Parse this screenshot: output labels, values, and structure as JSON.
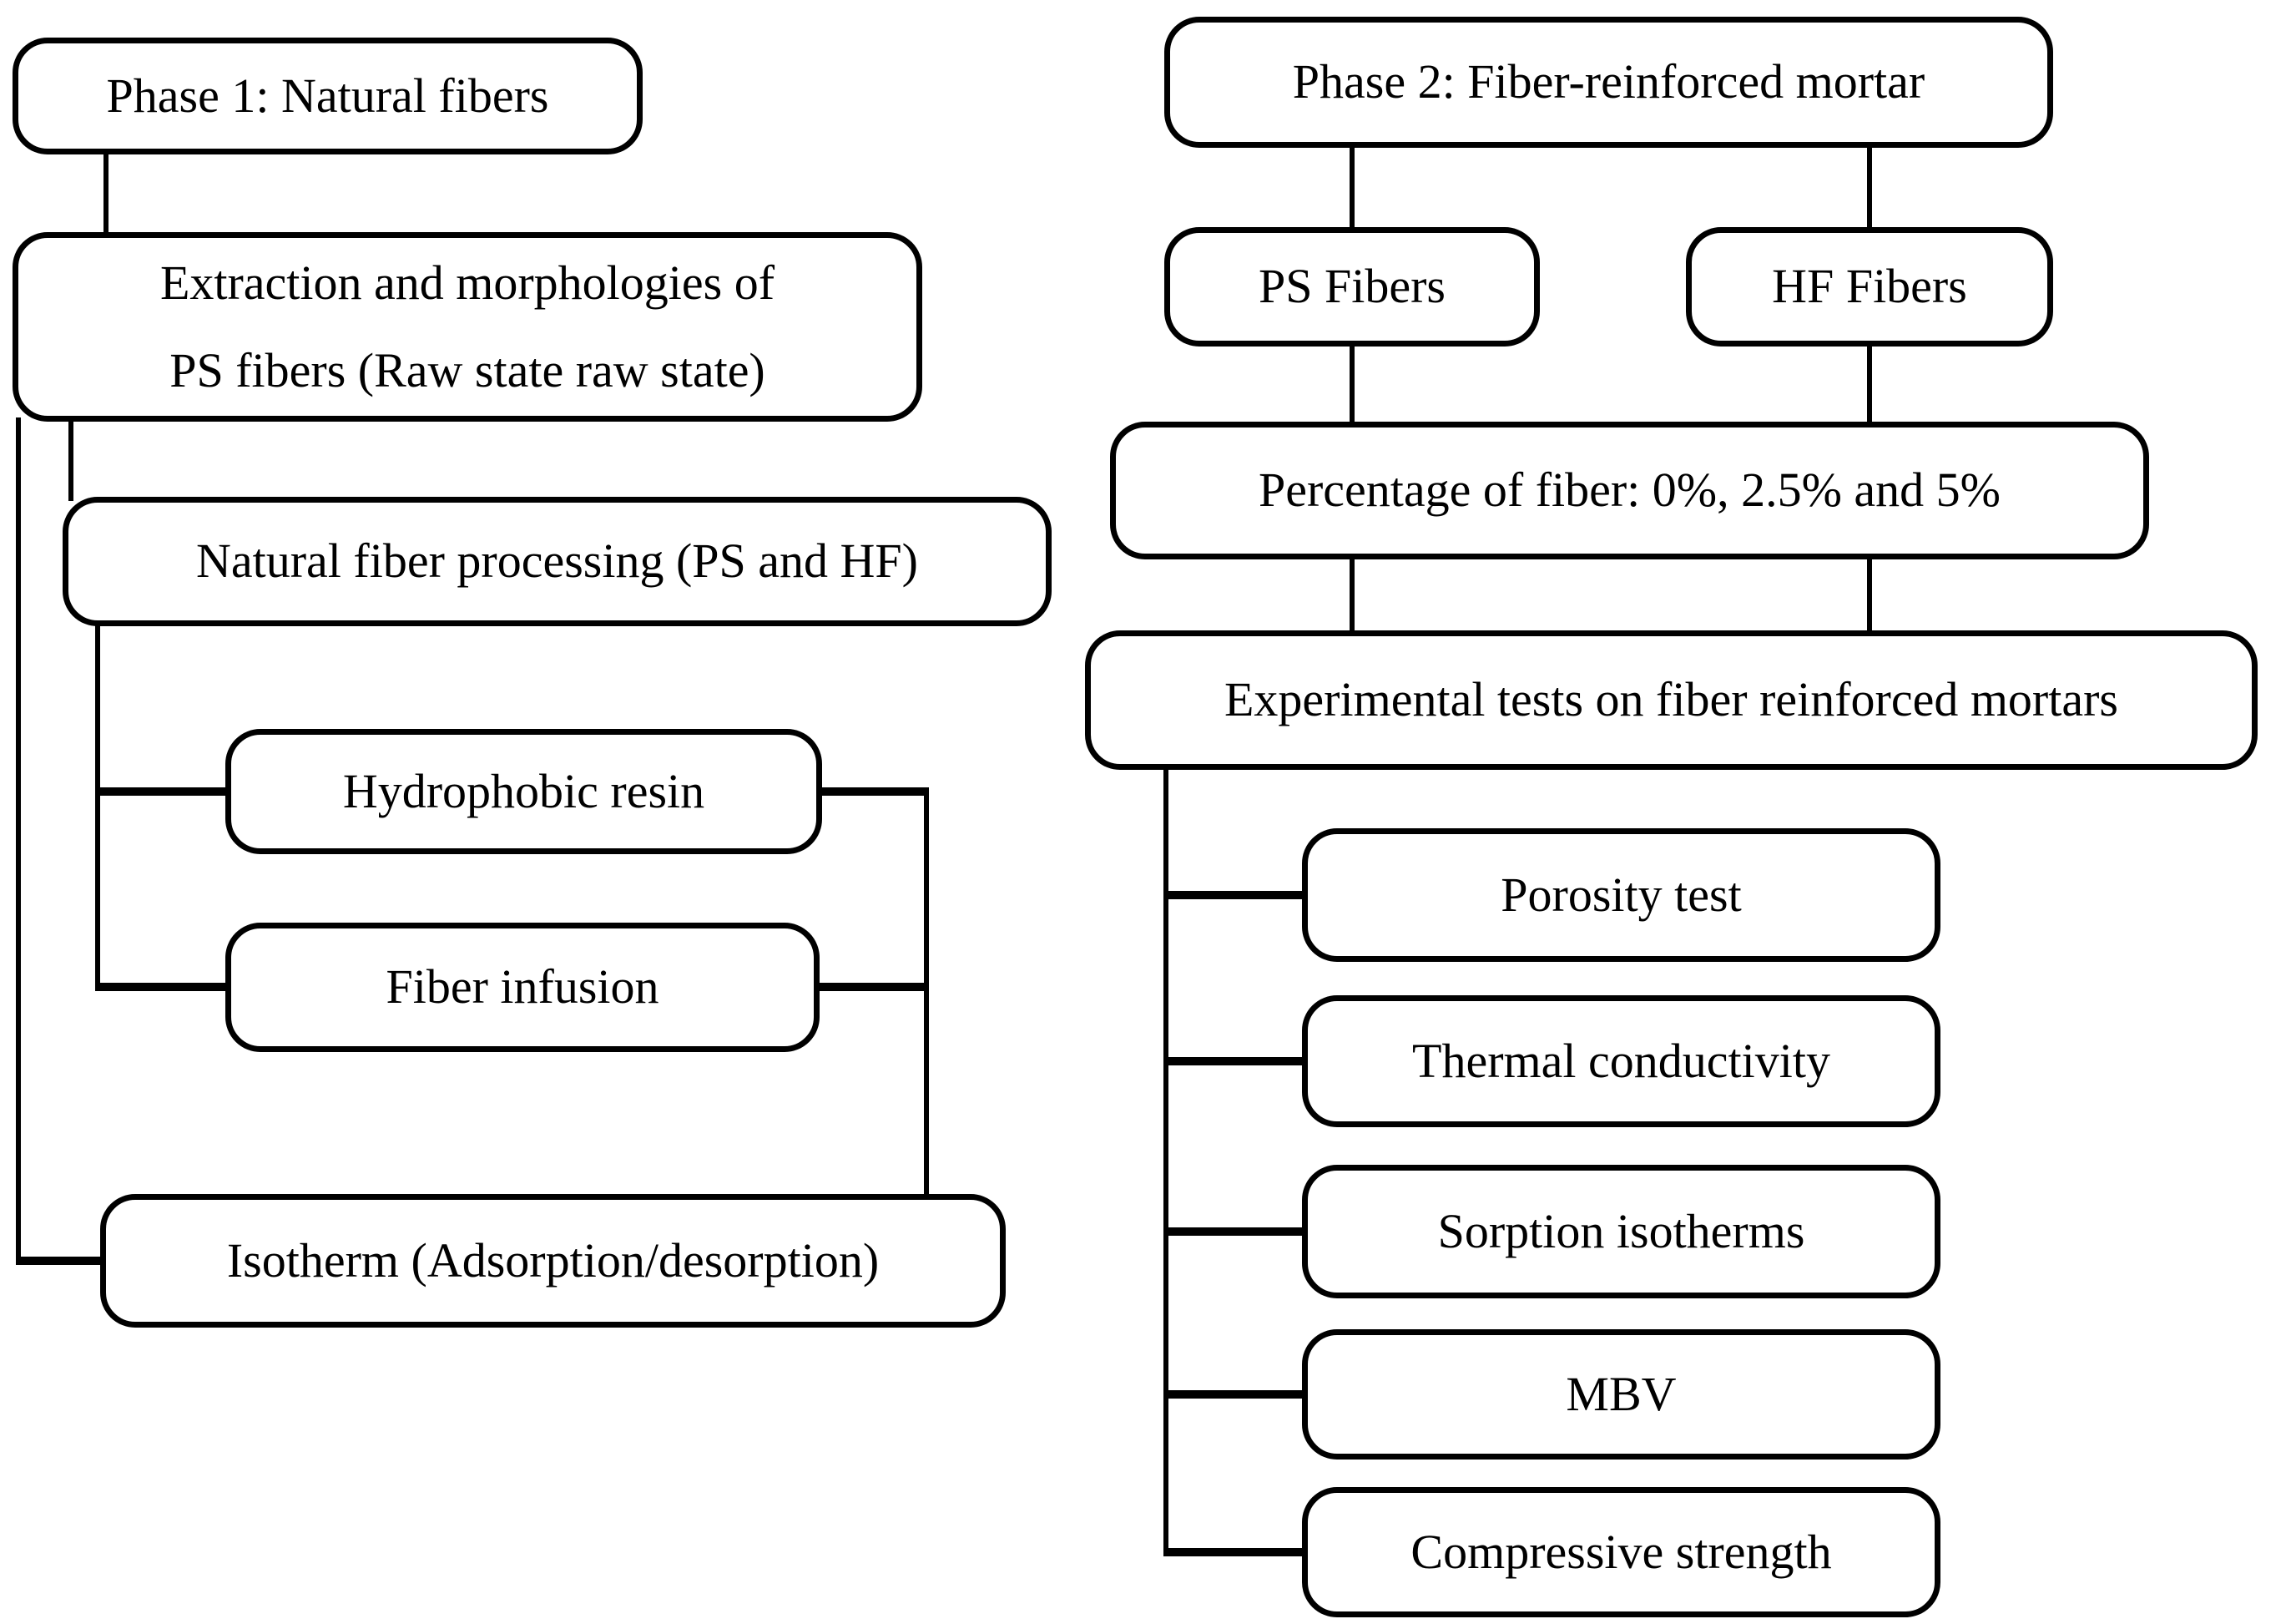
{
  "diagram": {
    "type": "flowchart",
    "phase1": {
      "title": "Phase 1: Natural fibers",
      "extraction_lines": [
        "Extraction and morphologies of",
        "PS fibers (Raw state raw state)"
      ],
      "processing": "Natural fiber processing (PS and HF)",
      "hydrophobic_resin": "Hydrophobic resin",
      "fiber_infusion": "Fiber infusion",
      "isotherm": "Isotherm (Adsorption/desorption)"
    },
    "phase2": {
      "title": "Phase 2: Fiber-reinforced mortar",
      "ps_fibers": "PS Fibers",
      "hf_fibers": "HF Fibers",
      "percentage": "Percentage of fiber: 0%, 2.5% and 5%",
      "experimental": "Experimental tests on fiber reinforced mortars",
      "tests": [
        "Porosity test",
        "Thermal conductivity",
        "Sorption isotherms",
        "MBV",
        "Compressive strength"
      ]
    },
    "colors": {
      "line": "#000000",
      "text": "#000000",
      "box_background": "#ffffff",
      "page_background": "#ffffff"
    }
  }
}
